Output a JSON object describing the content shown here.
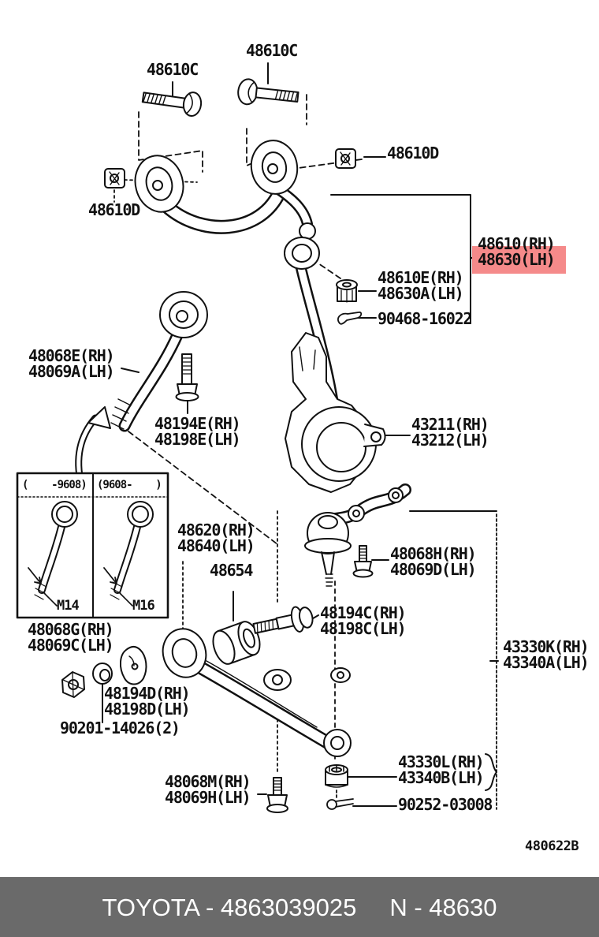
{
  "diagram": {
    "drawing_code": "480622B",
    "highlight_color": "#f58a8a",
    "labels": [
      {
        "line1": "48610C"
      },
      {
        "line1": "48610C"
      },
      {
        "line1": "48610D"
      },
      {
        "line1": "48610D"
      },
      {
        "line1": "48610(RH)",
        "line2": "48630(LH)",
        "highlighted": true
      },
      {
        "line1": "48610E(RH)",
        "line2": "48630A(LH)"
      },
      {
        "line1": "90468-16022"
      },
      {
        "line1": "48068E(RH)",
        "line2": "48069A(LH)"
      },
      {
        "line1": "48194E(RH)",
        "line2": "48198E(LH)"
      },
      {
        "line1": "43211(RH)",
        "line2": "43212(LH)"
      },
      {
        "line1": "48620(RH)",
        "line2": "48640(LH)"
      },
      {
        "line1": "48654"
      },
      {
        "line1": "48068H(RH)",
        "line2": "48069D(LH)"
      },
      {
        "line1": "48194C(RH)",
        "line2": "48198C(LH)"
      },
      {
        "line1": "48068G(RH)",
        "line2": "48069C(LH)"
      },
      {
        "line1": "43330K(RH)",
        "line2": "43340A(LH)"
      },
      {
        "line1": "48194D(RH)",
        "line2": "48198D(LH)"
      },
      {
        "line1": "90201-14026(2)"
      },
      {
        "line1": "43330L(RH)",
        "line2": "43340B(LH)"
      },
      {
        "line1": "48068M(RH)",
        "line2": "48069H(LH)"
      },
      {
        "line1": "90252-03008"
      }
    ],
    "inset": {
      "header_left": "(    -9608)",
      "header_right": "(9608-    )",
      "size_left": "M14",
      "size_right": "M16"
    }
  },
  "footer": {
    "left": "TOYOTA - 4863039025",
    "right": "N - 48630"
  }
}
